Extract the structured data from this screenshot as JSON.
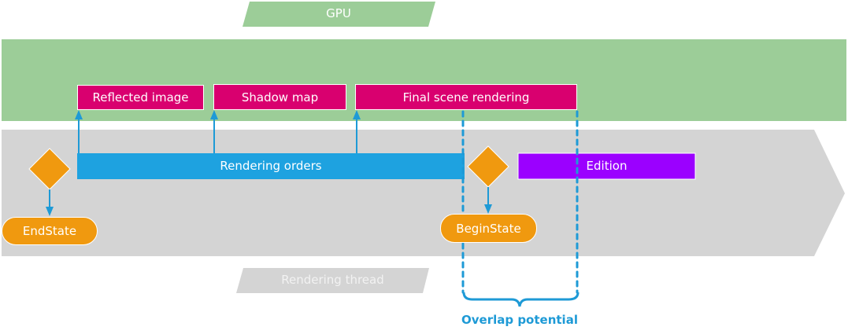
{
  "colors": {
    "gpu_band": "#9ccd98",
    "thread_band": "#d4d4d4",
    "gpu_task": "#d9006f",
    "rendering_orders": "#1ea2e0",
    "edition": "#9b00ff",
    "state": "#f0990f",
    "arrow": "#1e9ad6",
    "overlap": "#1e9ad6"
  },
  "lanes": {
    "gpu": {
      "label": "GPU"
    },
    "thread": {
      "label": "Rendering thread"
    }
  },
  "gpu_tasks": [
    {
      "label": "Reflected image"
    },
    {
      "label": "Shadow map"
    },
    {
      "label": "Final scene rendering"
    }
  ],
  "thread_tasks": {
    "rendering_orders": {
      "label": "Rendering orders"
    },
    "edition": {
      "label": "Edition"
    }
  },
  "states": {
    "end": {
      "label": "EndState"
    },
    "begin": {
      "label": "BeginState"
    }
  },
  "overlap": {
    "label": "Overlap potential"
  }
}
